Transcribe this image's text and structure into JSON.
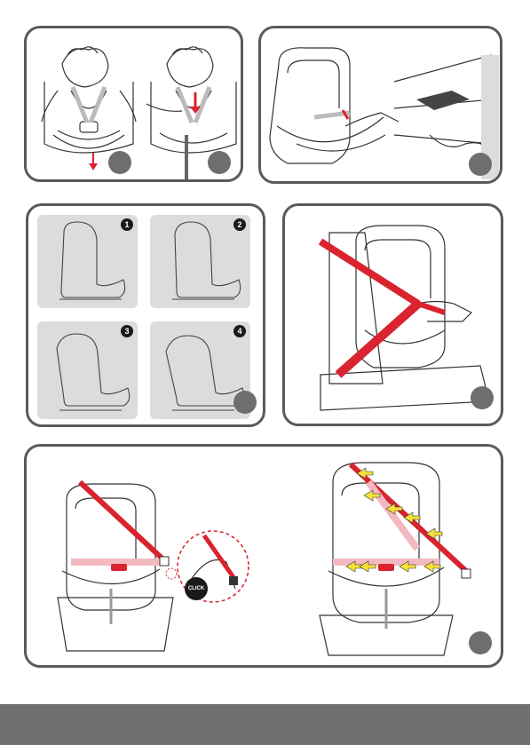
{
  "thumbnails": {
    "n1": "1",
    "n2": "2",
    "n3": "3",
    "n4": "4"
  },
  "click_label": "CLICK",
  "colors": {
    "belt_red": "#d9232e",
    "belt_pink": "#f3b9c0",
    "arrow_yellow": "#f5e13a",
    "frame_gray": "#5a5a5a",
    "dot_gray": "#6e6e6e",
    "thumb_bg": "#dcdcdc"
  }
}
